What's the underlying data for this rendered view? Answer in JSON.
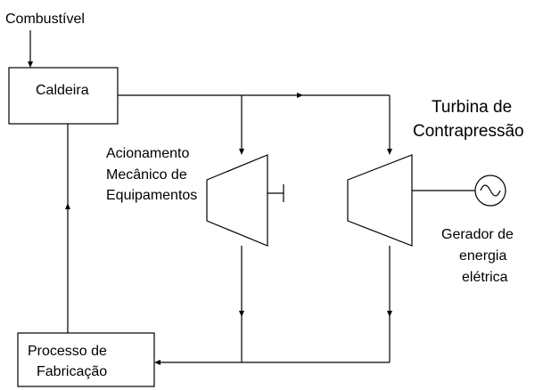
{
  "labels": {
    "fuel": "Combustível",
    "boiler": "Caldeira",
    "turbine_title_line1": "Turbina de",
    "turbine_title_line2": "Contrapressão",
    "mechanical_drive_line1": "Acionamento",
    "mechanical_drive_line2": "Mecânico de",
    "mechanical_drive_line3": "Equipamentos",
    "generator_line1": "Gerador de",
    "generator_line2": "energia",
    "generator_line3": "elétrica",
    "process_line1": "Processo de",
    "process_line2": "Fabricação"
  },
  "colors": {
    "stroke": "#000000",
    "background": "#ffffff"
  },
  "icons": {
    "generator": "sine-wave-in-circle-icon"
  }
}
